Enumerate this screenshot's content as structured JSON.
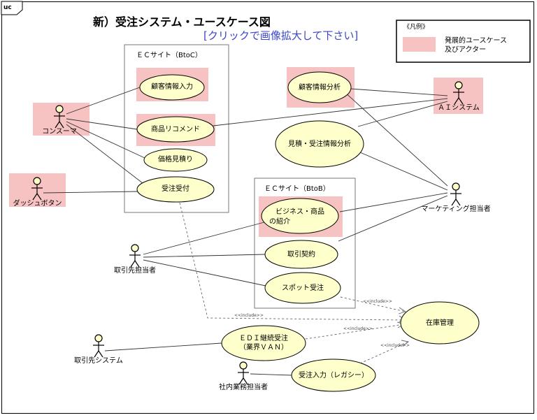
{
  "diagram": {
    "tab_label": "uc",
    "title": "新）受注システム・ユースケース図",
    "subtitle": "[クリックで画像拡大して下さい]",
    "legend": {
      "header": "《凡例》",
      "text_line1": "発展的ユースケース",
      "text_line2": "及びアクター",
      "highlight_color": "#f7c2c2"
    },
    "boundaries": {
      "btoc": "ＥＣサイト（BtoC）",
      "btob": "ＥＣサイト（BtoB）"
    },
    "actors": {
      "consumer": "コンスーマ",
      "dash_button": "ダッシュボタン",
      "ai_system": "ＡＩシステム",
      "marketing": "マーケティング担当者",
      "partner_person": "取引先担当者",
      "partner_system": "取引先システム",
      "internal_staff": "社内業務担当者"
    },
    "usecases": {
      "customer_info_input": "顧客情報入力",
      "product_recommend": "商品リコメンド",
      "price_estimate": "価格見積り",
      "order_receive": "受注受付",
      "customer_info_analysis": "顧客情報分析",
      "estimate_order_analysis": "見積・受注情報分析",
      "biz_intro_line1": "ビジネス・商品",
      "biz_intro_line2": "の紹介",
      "contract": "取引契約",
      "spot_order": "スポット受注",
      "inventory": "在庫管理",
      "edi_line1": "ＥＤＩ継続受注",
      "edi_line2": "（業界ＶＡＮ）",
      "legacy_input": "受注入力（レガシー）"
    },
    "stereotypes": {
      "include": "<<include>>"
    },
    "colors": {
      "usecase_fill": "#ffffcc",
      "highlight": "#f7c2c2",
      "actor_head": "#ffffcc",
      "subtitle": "#3a46c8"
    }
  }
}
